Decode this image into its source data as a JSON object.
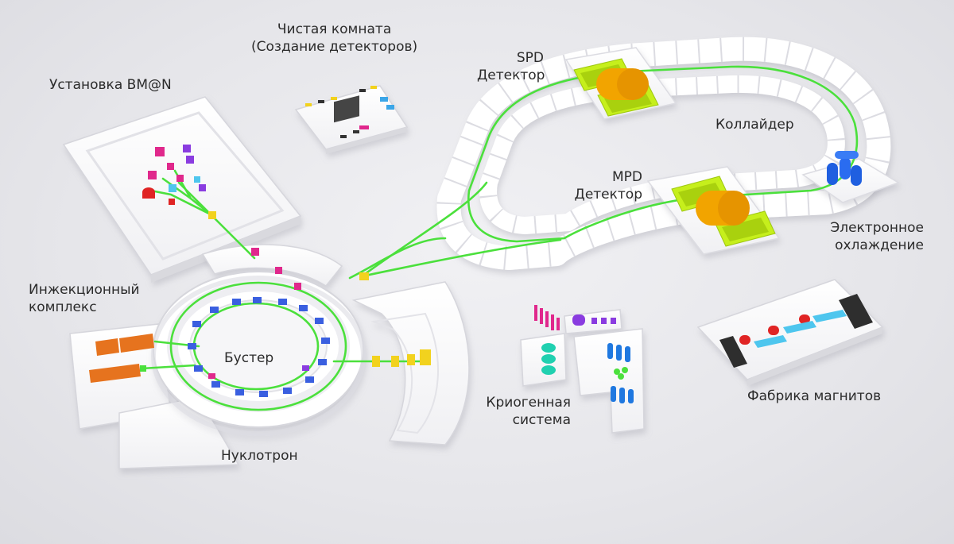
{
  "labels": {
    "clean_room": {
      "line1": "Чистая комната",
      "line2": "(Создание детекторов)"
    },
    "bmn": "Установка BM@N",
    "spd": {
      "line1": "SPD",
      "line2": "Детектор"
    },
    "collider": "Коллайдер",
    "mpd": {
      "line1": "MPD",
      "line2": "Детектор"
    },
    "electron_cooling": {
      "line1": "Электронное",
      "line2": "охлаждение"
    },
    "injection": {
      "line1": "Инжекционный",
      "line2": "комплекс"
    },
    "booster": "Бустер",
    "nuclotron": "Нуклотрон",
    "cryogenic": {
      "line1": "Криогенная",
      "line2": "система"
    },
    "magnet_factory": "Фабрика магнитов"
  },
  "colors": {
    "beam": "#4be03c",
    "slab": "#ffffff",
    "slab_side": "#d9d9de",
    "detector_frame": "#c6ef1c",
    "detector_core": "#f2a400",
    "magnet_blue": "#3a5fe0",
    "magnet_red": "#e02424",
    "magnet_cyan": "#4ec6ee",
    "magenta": "#e0288c",
    "purple": "#8a3ce0",
    "orange": "#e6731e",
    "yellow": "#f2d21e",
    "dark": "#333333"
  }
}
